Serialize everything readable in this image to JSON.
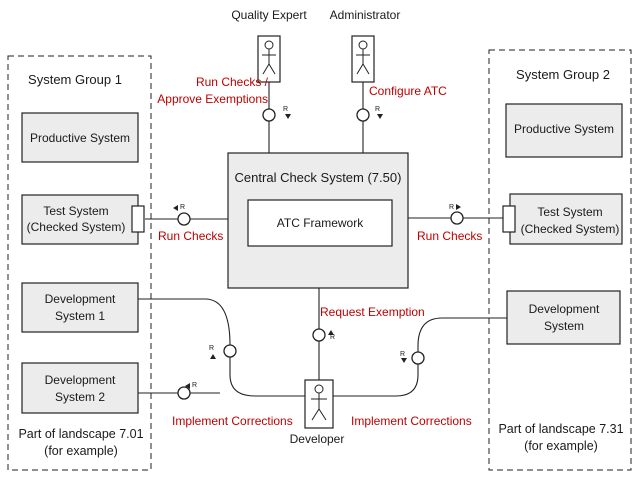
{
  "actors": {
    "quality_expert": "Quality Expert",
    "administrator": "Administrator",
    "developer": "Developer"
  },
  "groups": {
    "group1": {
      "title": "System Group 1",
      "productive": "Productive System",
      "test_line1": "Test System",
      "test_line2": "(Checked System)",
      "dev1_line1": "Development",
      "dev1_line2": "System 1",
      "dev2_line1": "Development",
      "dev2_line2": "System 2",
      "footer_line1": "Part of landscape 7.01",
      "footer_line2": "(for example)"
    },
    "group2": {
      "title": "System Group 2",
      "productive": "Productive System",
      "test_line1": "Test System",
      "test_line2": "(Checked System)",
      "dev_line1": "Development",
      "dev_line2": "System",
      "footer_line1": "Part of landscape 7.31",
      "footer_line2": "(for example)"
    }
  },
  "central": {
    "title": "Central Check System (7.50)",
    "framework": "ATC Framework"
  },
  "labels": {
    "run_checks_approve_line1": "Run Checks /",
    "run_checks_approve_line2": "Approve Exemptions",
    "configure_atc": "Configure ATC",
    "run_checks_left": "Run Checks",
    "run_checks_right": "Run Checks",
    "request_exemption": "Request Exemption",
    "implement_corrections_left": "Implement Corrections",
    "implement_corrections_right": "Implement Corrections",
    "port_r": "R"
  },
  "colors": {
    "label_red": "#c00000",
    "box_fill": "#ececec"
  }
}
